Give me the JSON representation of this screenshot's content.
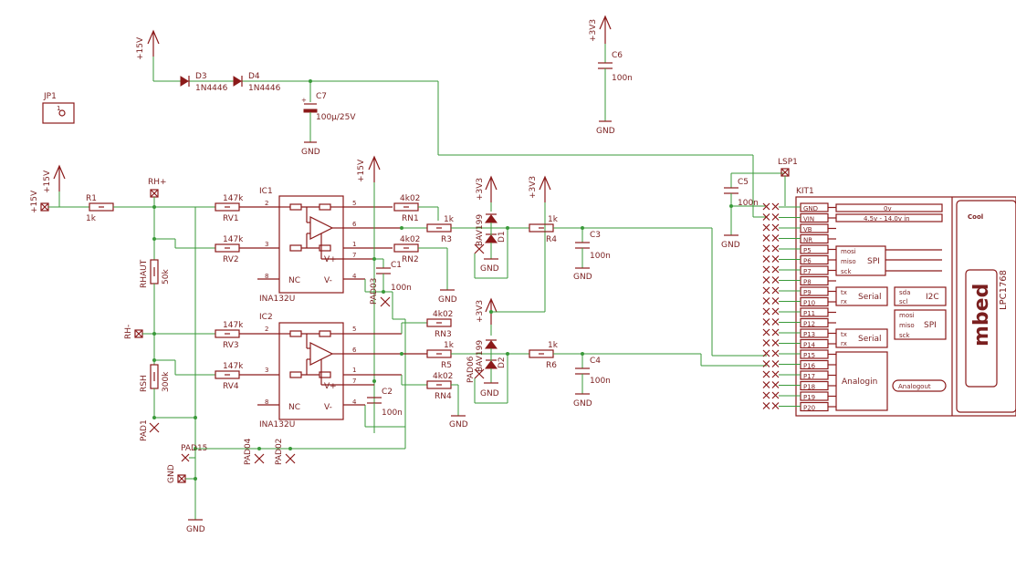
{
  "labels": {
    "v15a": "+15V",
    "v15b": "+15V",
    "v15c": "+15V",
    "v15d": "+15V",
    "v33a": "+3V3",
    "v33b": "+3V3",
    "v33c": "+3V3",
    "v33d": "+3V3",
    "d3": "D3",
    "d4": "D4",
    "d3v": "1N4446",
    "d4v": "1N4446",
    "c7": "C7",
    "c7v": "100µ/25V",
    "gnd1": "GND",
    "c6": "C6",
    "c6v": "100n",
    "gnd2": "GND",
    "jp1": "JP1",
    "r1": "R1",
    "r1v": "1k",
    "rhp": "RH+",
    "rhaut": "RHAUT",
    "rhautv": "50k",
    "rhm": "RH-",
    "rsh": "RSH",
    "rshv": "300k",
    "pad1": "PAD1",
    "pad15": "PAD15",
    "pad04": "PAD04",
    "pad02": "PAD02",
    "pad03": "PAD03",
    "pad06": "PAD06",
    "gnd3": "GND",
    "gnd4": "GND",
    "ic1": "IC1",
    "ic2": "IC2",
    "ic1v": "INA132U",
    "ic2v": "INA132U",
    "rv1": "RV1",
    "rv2": "RV2",
    "rv3": "RV3",
    "rv4": "RV4",
    "rv1v": "147k",
    "rv2v": "147k",
    "rv3v": "147k",
    "rv4v": "147k",
    "rn1": "RN1",
    "rn2": "RN2",
    "rn3": "RN3",
    "rn4": "RN4",
    "rn1v": "4k02",
    "rn2v": "4k02",
    "rn3v": "4k02",
    "rn4v": "4k02",
    "r3": "R3",
    "r3v": "1k",
    "r5": "R5",
    "r5v": "1k",
    "r4": "R4",
    "r4v": "1k",
    "r6": "R6",
    "r6v": "1k",
    "c1": "C1",
    "c1v": "100n",
    "c2": "C2",
    "c2v": "100n",
    "c3": "C3",
    "c3v": "100n",
    "c4": "C4",
    "c4v": "100n",
    "c5": "C5",
    "c5v": "100n",
    "d1": "D1",
    "d2": "D2",
    "bav": "BAV199",
    "gnd5": "GND",
    "gnd6": "GND",
    "gnd7": "GND",
    "gnd8": "GND",
    "gnd9": "GND",
    "gnd10": "GND",
    "gnd11": "GND",
    "nc": "NC",
    "vp": "V+",
    "vm": "V-",
    "lsp1": "LSP1",
    "kit1": "KIT1",
    "pin2": "2",
    "pin3": "3",
    "pin8": "8",
    "pin5": "5",
    "pin6": "6",
    "pin1": "1",
    "pin7": "7",
    "pin4": "4"
  },
  "mbed_pins": [
    "GND",
    "VIN",
    "VB",
    "NR",
    "P5",
    "P6",
    "P7",
    "P8",
    "P9",
    "P10",
    "P11",
    "P12",
    "P13",
    "P14",
    "P15",
    "P16",
    "P17",
    "P18",
    "P19",
    "P20"
  ],
  "mbed_blocks": {
    "gnd_v": "0v",
    "vin_v": "4.5v - 14.0v in",
    "spi": "SPI",
    "mosi": "mosi",
    "miso": "miso",
    "sck": "sck",
    "serial": "Serial",
    "tx": "tx",
    "rx": "rx",
    "i2c": "I2C",
    "sda": "sda",
    "scl": "scl",
    "analogin": "Analogin",
    "analogout": "Analogout"
  },
  "logo": {
    "brand": "mbed",
    "chip": "LPC1768",
    "maker": "Cool"
  }
}
